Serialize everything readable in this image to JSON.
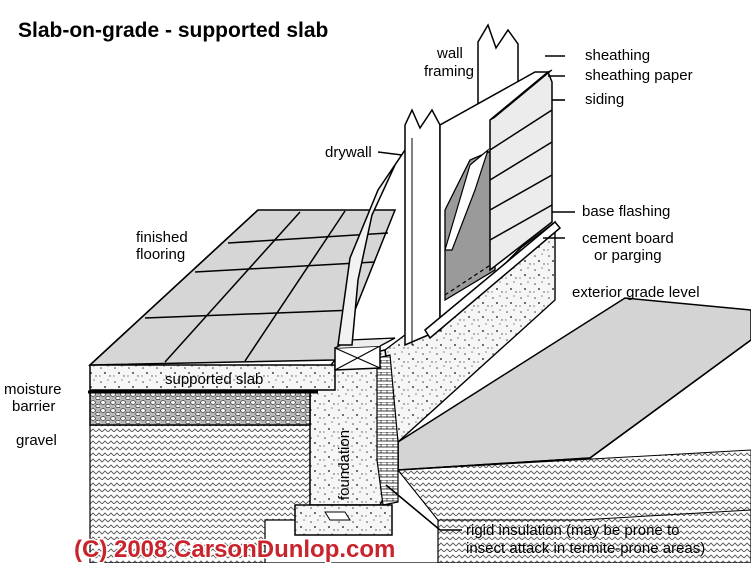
{
  "title": "Slab-on-grade - supported  slab",
  "labels": {
    "wall_framing_1": "wall",
    "wall_framing_2": "framing",
    "sheathing": "sheathing",
    "sheathing_paper": "sheathing paper",
    "siding": "siding",
    "drywall": "drywall",
    "base_flashing": "base flashing",
    "cement_board_1": "cement board",
    "cement_board_2": "or parging",
    "finished_flooring_1": "finished",
    "finished_flooring_2": "flooring",
    "exterior_grade": "exterior grade level",
    "supported_slab": "supported slab",
    "moisture_barrier_1": "moisture",
    "moisture_barrier_2": "barrier",
    "gravel": "gravel",
    "foundation": "foundation",
    "rigid_insulation_1": "rigid insulation (may be prone to",
    "rigid_insulation_2": "insect attack in termite-prone areas)"
  },
  "copyright": "(C) 2008 CarsonDunlop.com",
  "colors": {
    "tile": "#d6d6d6",
    "siding": "#ececec",
    "sheathing_paper": "#9a9a9a",
    "concrete": "#f4f4f4",
    "copyright": "#c9242c"
  }
}
